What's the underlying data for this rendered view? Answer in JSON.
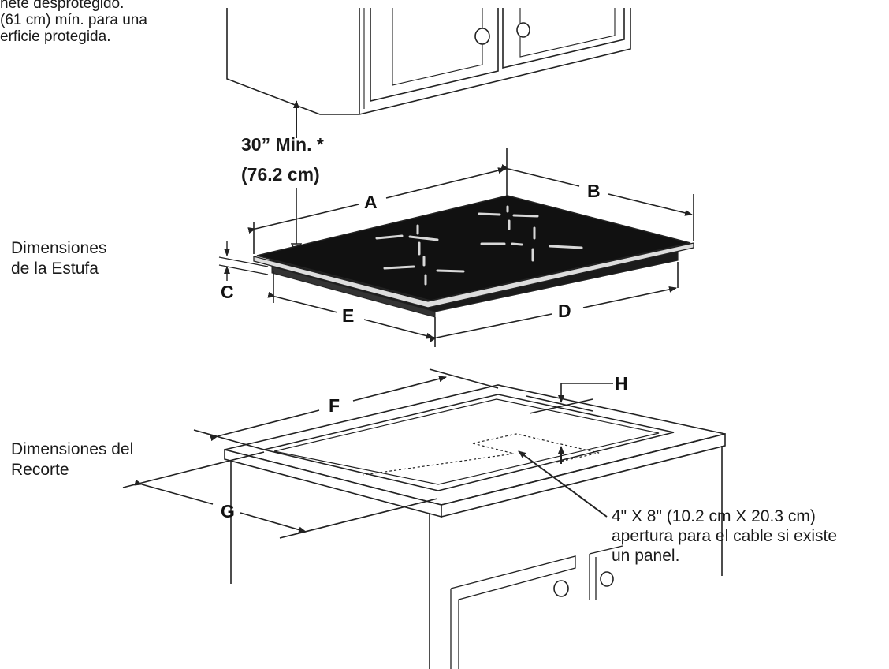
{
  "top_note": {
    "lines": [
      "nete desprotegido.",
      "(61 cm) mín. para una",
      "erficie protegida."
    ]
  },
  "clearance": {
    "line1": "30” Min. *",
    "line2": "(76.2 cm)"
  },
  "sections": {
    "cooktop": [
      "Dimensiones",
      "de la Estufa"
    ],
    "cutout": [
      "Dimensiones del",
      "Recorte"
    ]
  },
  "dimension_labels": {
    "A": "A",
    "B": "B",
    "C": "C",
    "D": "D",
    "E": "E",
    "F": "F",
    "G": "G",
    "H": "H"
  },
  "cable_note": {
    "lines": [
      "4\" X 8\" (10.2 cm X 20.3 cm)",
      "apertura para el cable si existe",
      "un panel."
    ]
  },
  "colors": {
    "line": "#222222",
    "cooktop": "#111111",
    "burner_marks": "#d8d8d8",
    "cabinet_fill": "#ffffff"
  }
}
